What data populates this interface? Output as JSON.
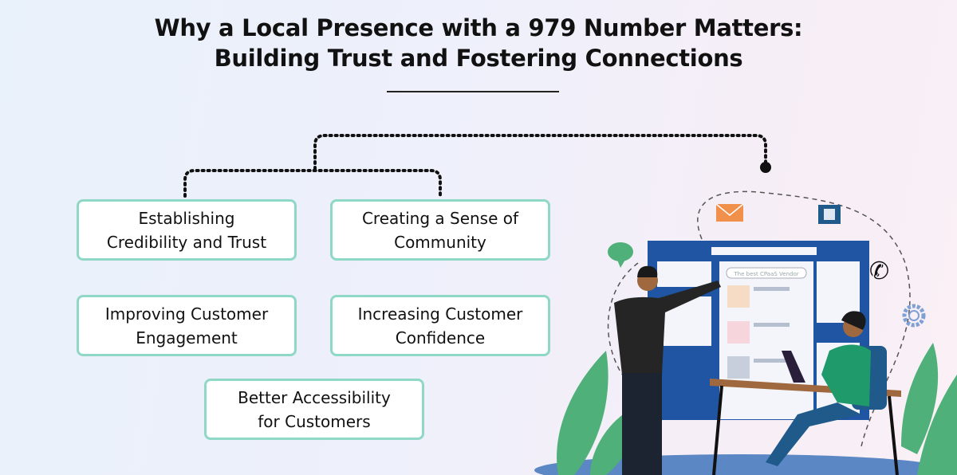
{
  "title": {
    "line1": "Why a Local Presence with a 979 Number Matters:",
    "line2": "Building Trust and Fostering Connections"
  },
  "boxes": [
    {
      "line1": "Establishing",
      "line2": "Credibility and Trust"
    },
    {
      "line1": "Creating a Sense of",
      "line2": "Community"
    },
    {
      "line1": "Improving Customer",
      "line2": "Engagement"
    },
    {
      "line1": "Increasing Customer",
      "line2": "Confidence"
    },
    {
      "line1": "Better Accessibility",
      "line2": "for Customers"
    }
  ],
  "illustration": {
    "screen_search_text": "The best CPaaS Vendor"
  },
  "colors": {
    "box_border": "#8fd8c6",
    "board": "#1f55a3",
    "leaf": "#4fb07a",
    "shirt": "#1f9a6a"
  }
}
